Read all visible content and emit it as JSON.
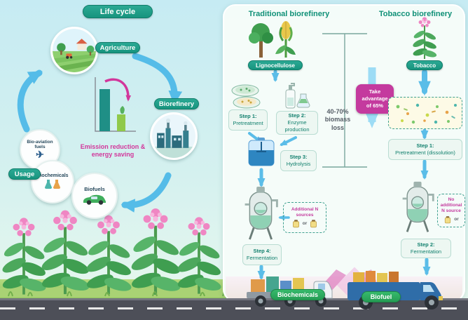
{
  "colors": {
    "teal": "#17947e",
    "magenta": "#c43a9e",
    "arrow_blue": "#5bbde8",
    "output_green": "#259c54"
  },
  "life_cycle": {
    "title": "Life cycle",
    "stages": {
      "agriculture": "Agriculture",
      "biorefinery": "Biorefinery",
      "usage": "Usage"
    },
    "usage_products": {
      "aviation": "Bio-aviation fuels",
      "biochemicals": "Biochemicals",
      "biofuels": "Biofuels"
    },
    "benefit": "Emission reduction & energy saving"
  },
  "traditional": {
    "title": "Traditional biorefinery",
    "feedstock": "Lignocellulose",
    "steps": [
      {
        "label": "Step 1:",
        "name": "Pretreatment"
      },
      {
        "label": "Step 2:",
        "name": "Enzyme production"
      },
      {
        "label": "Step 3:",
        "name": "Hydrolysis"
      },
      {
        "label": "Step 4:",
        "name": "Fermentation"
      }
    ],
    "n_note": "Additional N sources",
    "or": "or",
    "output": "Biochemicals"
  },
  "comparison": {
    "biomass_loss": "40-70% biomass loss",
    "advantage": "Take advantage of 65%"
  },
  "tobacco": {
    "title": "Tobacco biorefinery",
    "feedstock": "Tobacco",
    "steps": [
      {
        "label": "Step 1:",
        "name": "Pretreatment (dissolution)"
      },
      {
        "label": "Step 2:",
        "name": "Fermentation"
      }
    ],
    "n_note": "No additional N source",
    "or": "or",
    "output": "Biofuel"
  }
}
